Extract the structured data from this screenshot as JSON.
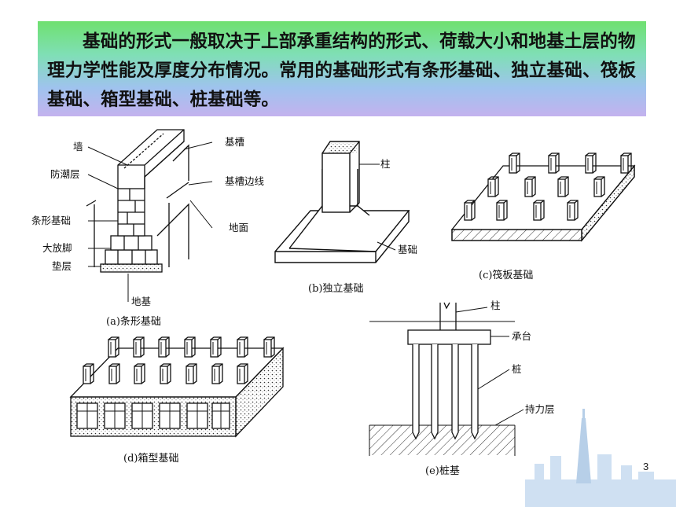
{
  "intro": {
    "text": "基础的形式一般取决于上部承重结构的形式、荷载大小和地基土层的物理力学性能及厚度分布情况。常用的基础形式有条形基础、独立基础、筏板基础、箱型基础、桩基础等。",
    "bg_colors": [
      "#6fe06f",
      "#9fc3ee",
      "#c3b2ee"
    ]
  },
  "figures": {
    "a": {
      "caption": "(a)条形基础",
      "labels": {
        "wall": "墙",
        "damp": "防潮层",
        "strip": "条形基础",
        "footing": "大放脚",
        "cushion": "垫层",
        "ground": "地基",
        "trench": "基槽",
        "trench_edge": "基槽边线",
        "surface": "地面"
      }
    },
    "b": {
      "caption": "(b)独立基础",
      "labels": {
        "column": "柱",
        "foundation": "基础"
      }
    },
    "c": {
      "caption": "(c)筏板基础"
    },
    "d": {
      "caption": "(d)箱型基础"
    },
    "e": {
      "caption": "(e)桩基",
      "labels": {
        "column": "柱",
        "cap": "承台",
        "pile": "桩",
        "bearing": "持力层"
      }
    }
  },
  "page_number": "3"
}
